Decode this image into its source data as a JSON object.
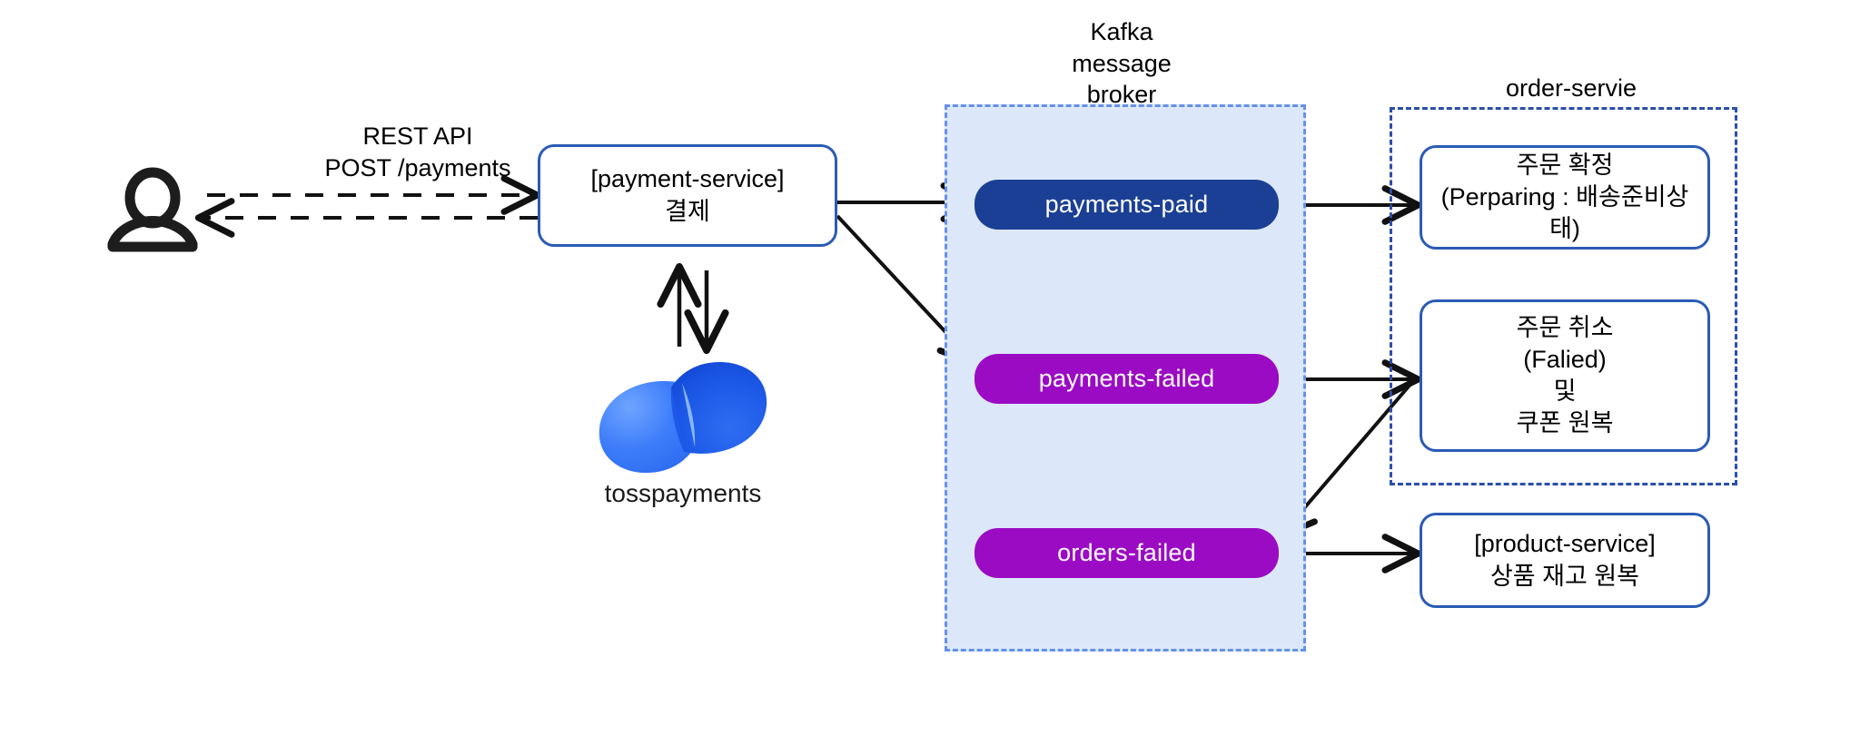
{
  "diagram": {
    "title": "Payment service Kafka event flow",
    "background": "#ffffff"
  },
  "actor": {
    "name": "user-actor",
    "icon": "person-icon"
  },
  "edges": {
    "rest_label": "REST API\nPOST /payments"
  },
  "payment_service": {
    "label": "[payment-service]\n결제"
  },
  "tosspayments": {
    "label": "tosspayments",
    "icon": "tosspayments-logo",
    "colors": {
      "light": "#3d7dfa",
      "dark": "#1250e0"
    }
  },
  "kafka": {
    "title": "Kafka\nmessage\nbroker",
    "container_fill": "#dce8fa",
    "container_border": "#6691e8",
    "topics": [
      {
        "label": "payments-paid",
        "color": "#1b3f94",
        "kind": "navy"
      },
      {
        "label": "payments-failed",
        "color": "#9b0bc4",
        "kind": "purple"
      },
      {
        "label": "orders-failed",
        "color": "#9b0bc4",
        "kind": "purple"
      }
    ]
  },
  "order_service": {
    "title": "order-servie",
    "container_border": "#2b4fa8",
    "boxes": [
      {
        "label": "주문 확정\n(Perparing : 배송준비상태)"
      },
      {
        "label": "주문 취소\n(Falied)\n및\n쿠폰 원복"
      }
    ]
  },
  "product_service": {
    "label": "[product-service]\n상품 재고 원복"
  }
}
